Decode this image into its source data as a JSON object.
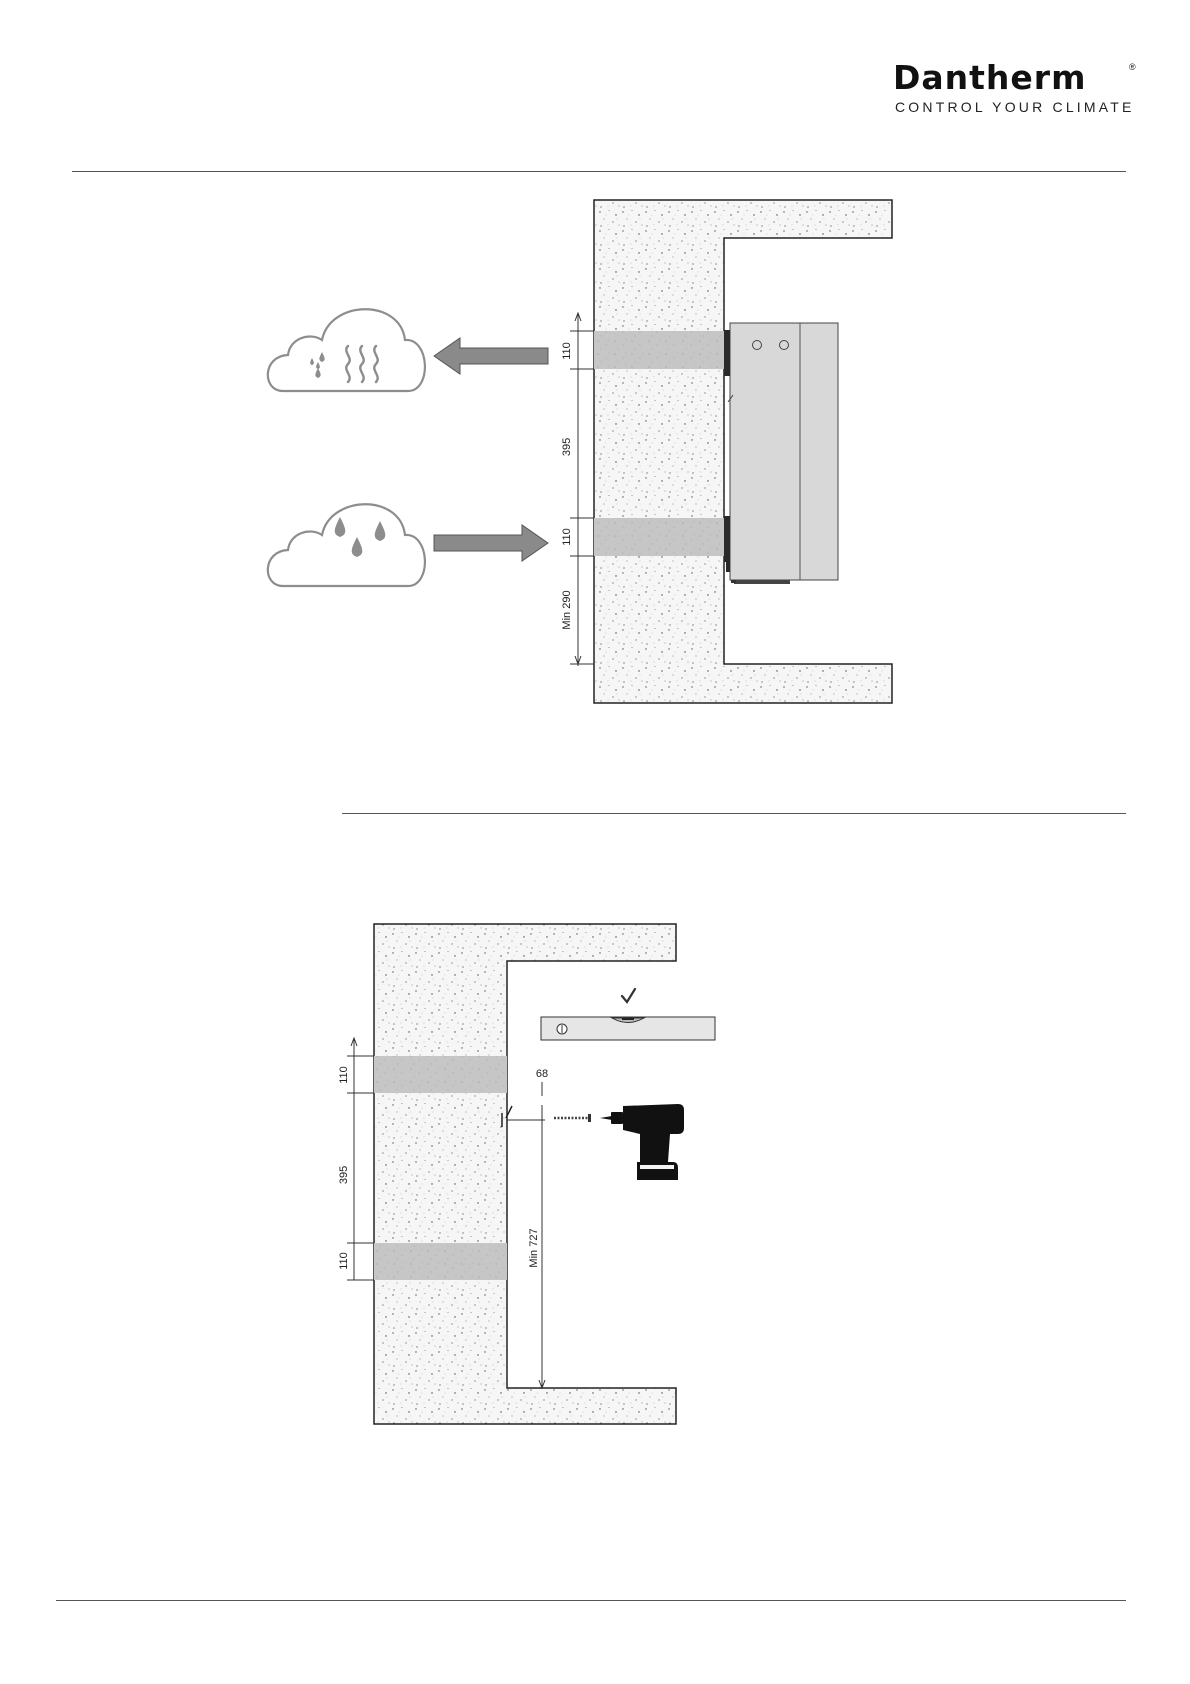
{
  "brand": {
    "name": "Dantherm",
    "registered_mark": "®",
    "tagline": "CONTROL YOUR CLIMATE"
  },
  "figure_1": {
    "dim_upper_duct": "110",
    "dim_between_ducts": "395",
    "dim_lower_duct": "110",
    "dim_floor_clearance": "Min 290"
  },
  "figure_2": {
    "dim_upper_duct": "110",
    "dim_between_ducts": "395",
    "dim_lower_duct": "110",
    "dim_screw_offset": "68",
    "dim_mount_height": "Min 727"
  },
  "icons": {
    "exhaust_cloud": "cloud-vapour-icon",
    "intake_cloud": "cloud-rain-icon",
    "arrow_out": "arrow-left-icon",
    "arrow_in": "arrow-right-icon",
    "level_check": "checkmark-icon",
    "drill": "drill-icon",
    "screw": "screw-icon"
  },
  "colors": {
    "concrete": "#f4f4f4",
    "duct": "#c8c8c8",
    "unit": "#d6d6d6",
    "arrow": "#8a8a8a",
    "cloud_stroke": "#8d8d8d"
  }
}
